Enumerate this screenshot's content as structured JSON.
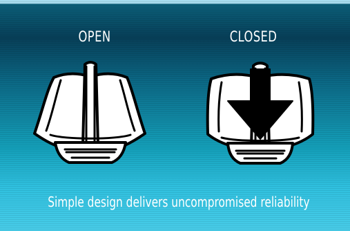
{
  "diagram": {
    "labels": {
      "open": "OPEN",
      "closed": "CLOSED"
    },
    "caption": "Simple design delivers uncompromised reliability"
  }
}
